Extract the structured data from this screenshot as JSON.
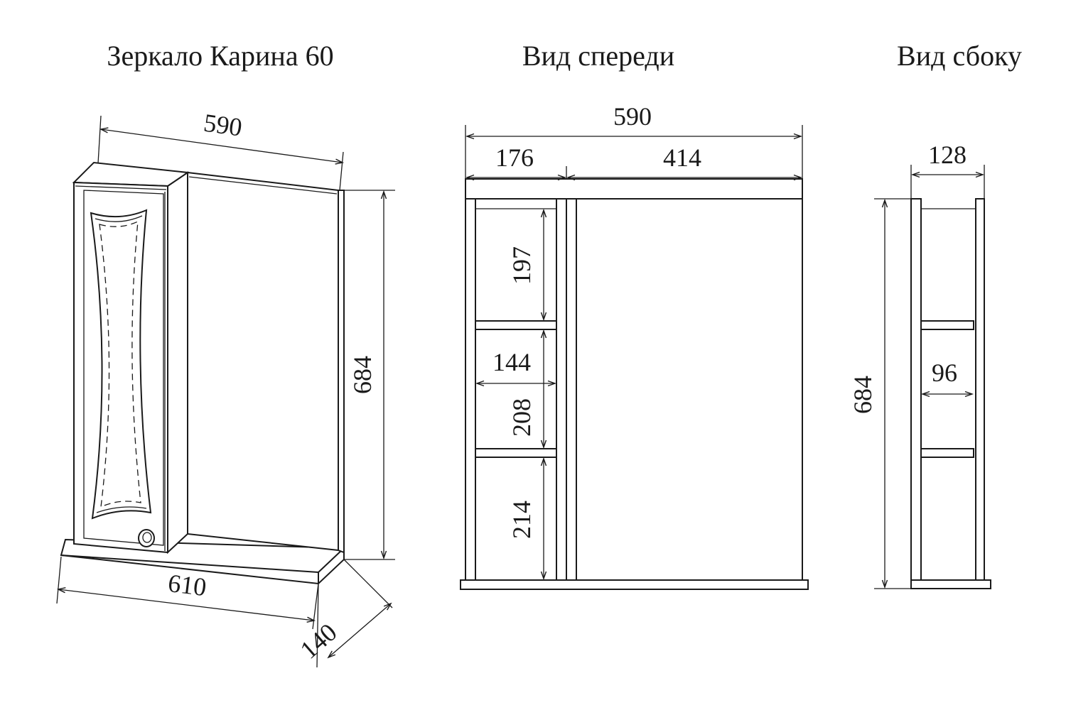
{
  "titles": {
    "isometric": "Зеркало Карина 60",
    "front": "Вид спереди",
    "side": "Вид сбоку"
  },
  "isometric_view": {
    "width_top": "590",
    "height": "684",
    "width_bottom": "610",
    "depth": "140"
  },
  "front_view": {
    "total_width": "590",
    "cabinet_width": "176",
    "mirror_width": "414",
    "shelf_top": "197",
    "inner_width": "144",
    "shelf_middle": "208",
    "shelf_bottom": "214"
  },
  "side_view": {
    "depth": "128",
    "height": "684",
    "shelf_depth": "96"
  }
}
